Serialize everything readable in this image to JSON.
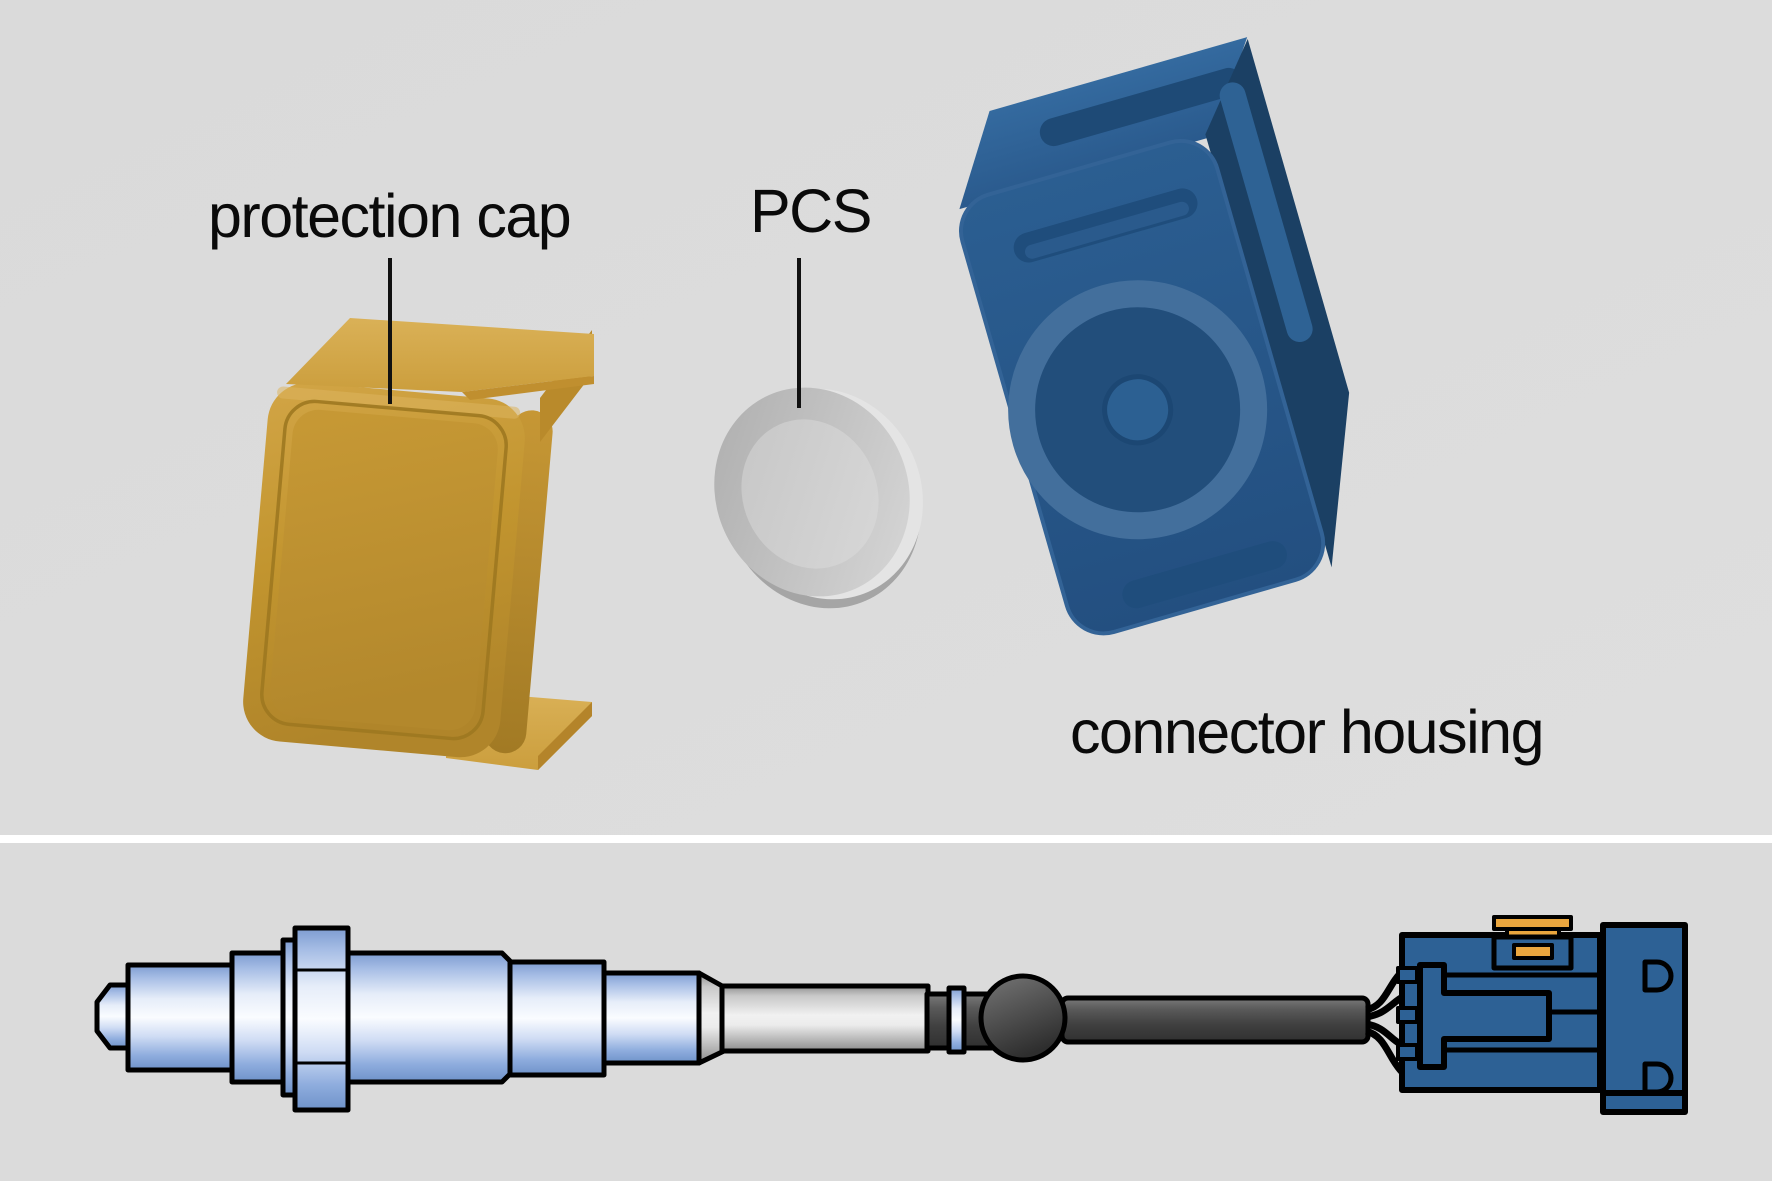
{
  "page": {
    "title": "oxygen sensor connector parts diagram"
  },
  "labels": {
    "protection_cap": "protection cap",
    "pcs": "PCS",
    "connector_housing": "connector housing"
  },
  "colors": {
    "background": "#dcdcdc",
    "divider": "#ffffff",
    "text": "#0a0a0a",
    "leader_line": "#111111",
    "cap_gold": "#c9992e",
    "cap_gold_light": "#d5a94b",
    "seal_gray": "#c3c3c3",
    "housing_blue": "#27578a",
    "plug_blue": "#2d6195",
    "clip_orange": "#eaa63e",
    "sensor_metal_blue": "#a9c0e8",
    "tube_gray": "#d9d9d9",
    "cable_dark": "#3c3c3c",
    "outline": "#000000"
  },
  "parts": [
    {
      "id": "protection-cap",
      "label": "protection cap"
    },
    {
      "id": "pcs-seal",
      "label": "PCS"
    },
    {
      "id": "connector-housing",
      "label": "connector housing"
    },
    {
      "id": "oxygen-sensor-with-cable-and-plug",
      "label": ""
    }
  ]
}
